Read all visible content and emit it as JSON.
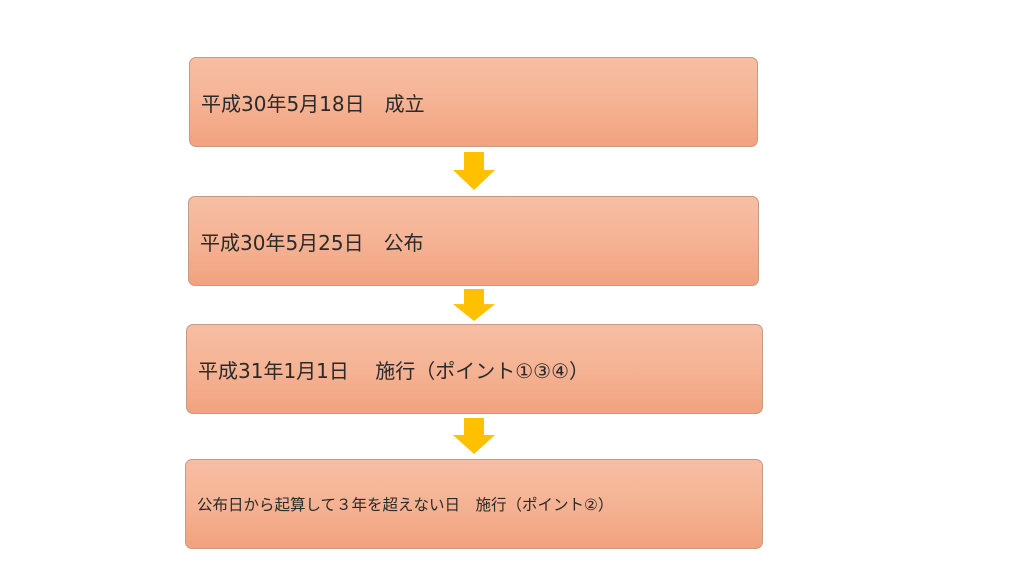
{
  "diagram": {
    "type": "flowchart",
    "direction": "top-to-bottom",
    "colors": {
      "box_top": "#f7bea4",
      "box_bottom": "#f2a27f",
      "box_border": "#c89a86",
      "arrow": "#ffc000",
      "text": "#2a2a2a"
    },
    "steps": [
      {
        "label": "平成30年5月18日　成立"
      },
      {
        "label": "平成30年5月25日　公布"
      },
      {
        "label": "平成31年1月1日　 施行（ポイント①③④）"
      },
      {
        "label": "公布日から起算して３年を超えない日　施行（ポイント②）"
      }
    ],
    "arrows": [
      {
        "from": 0,
        "to": 1,
        "icon": "down-arrow-icon"
      },
      {
        "from": 1,
        "to": 2,
        "icon": "down-arrow-icon"
      },
      {
        "from": 2,
        "to": 3,
        "icon": "down-arrow-icon"
      }
    ]
  }
}
